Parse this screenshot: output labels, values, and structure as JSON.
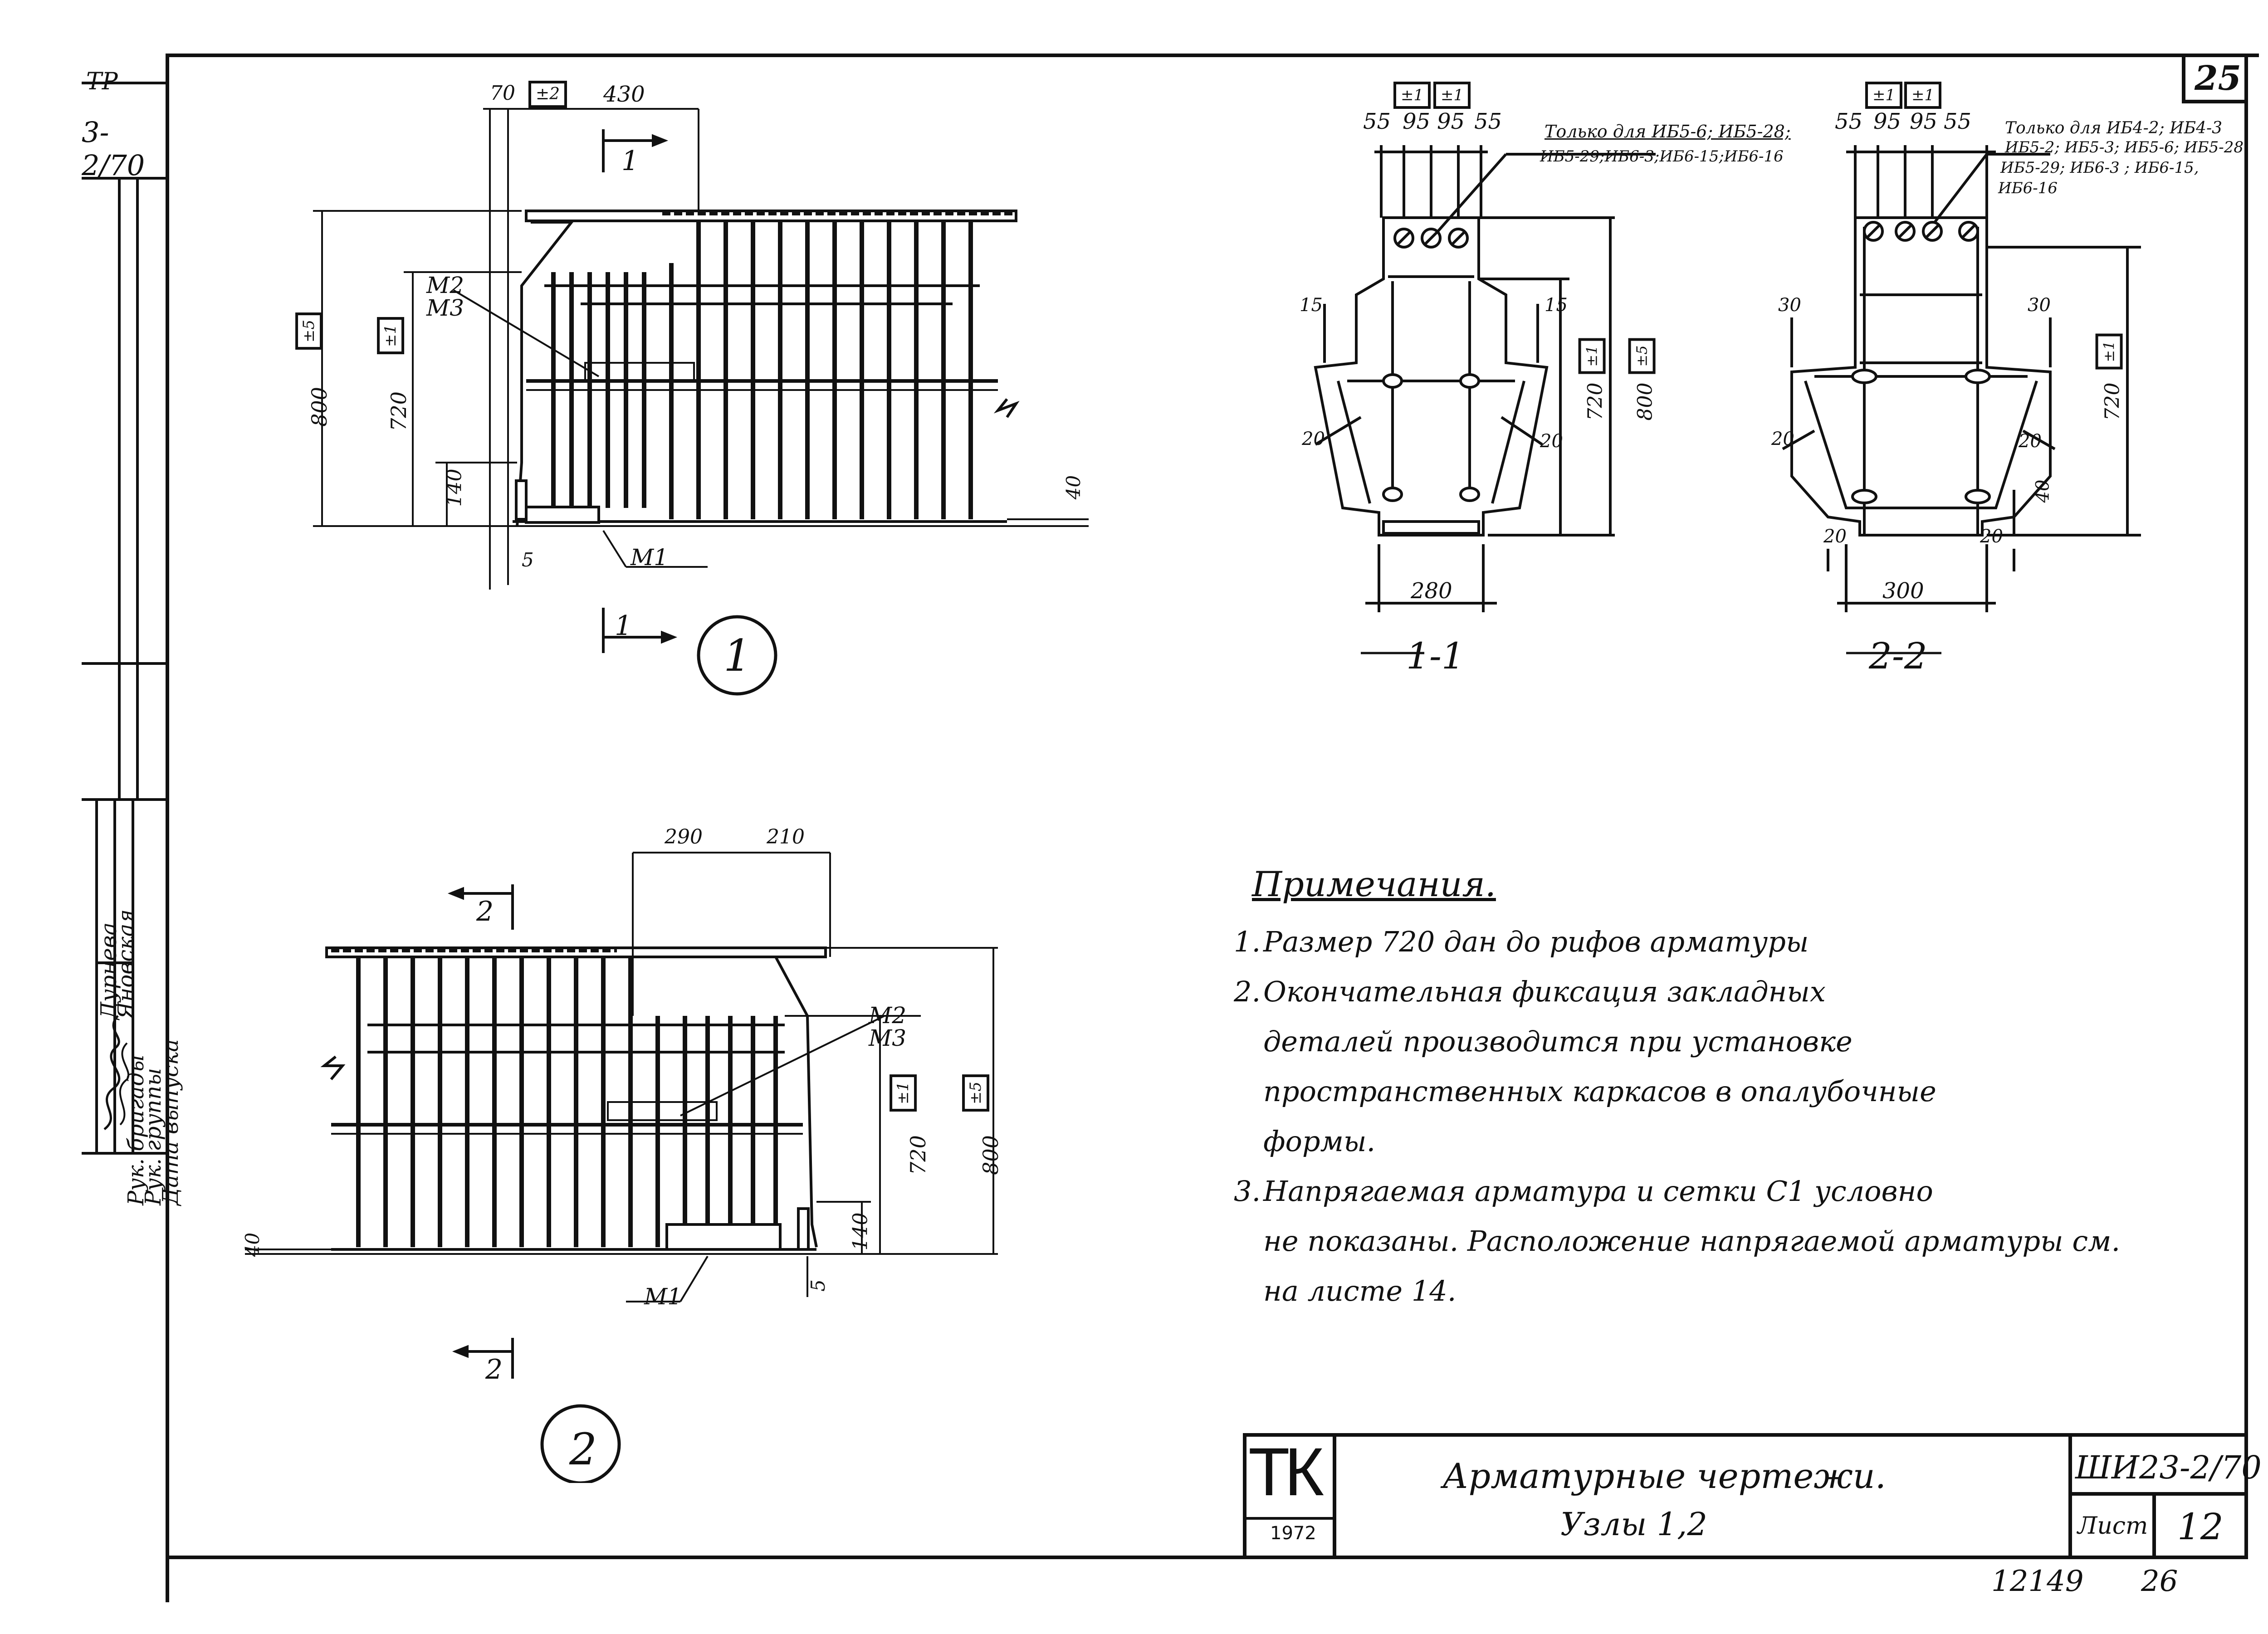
{
  "sheet": {
    "page_number": "25",
    "doc_code": "ШИ23-2/70",
    "doc_code_left_fragment": "3-2/70",
    "left_header_fragment": "ТР",
    "sheet_label": "Лист",
    "sheet_number": "12",
    "bottom_numbers": [
      "12149",
      "26"
    ],
    "tk_mark": "ТК",
    "tk_year": "1972",
    "title_line1": "Арматурные чертежи.",
    "title_line2": "Узлы 1,2"
  },
  "side_stamp": {
    "rows": [
      {
        "role": "Рук. бригады",
        "name": "Дурнева"
      },
      {
        "role": "Рук. группы",
        "name": "Яновская"
      },
      {
        "role": "Дата выпуска",
        "name": ""
      }
    ]
  },
  "node1": {
    "circle_label": "1",
    "section_marker_top": "1",
    "section_marker_bottom": "1",
    "dims": {
      "d70": "70",
      "d2": "±2",
      "d430": "430",
      "d800": "800",
      "d720": "720",
      "d140": "140",
      "d40": "40",
      "d5": "5",
      "tol5": "±5",
      "tol1": "±1"
    },
    "labels": {
      "m2": "М2",
      "m3": "М3",
      "m1": "М1"
    }
  },
  "node2": {
    "circle_label": "2",
    "section_marker_top": "2",
    "section_marker_bottom": "2",
    "dims": {
      "d290": "290",
      "d210": "210",
      "d720": "720",
      "d800": "800",
      "d140": "140",
      "d40": "40",
      "d5": "5",
      "tol5": "±5",
      "tol1": "±1"
    },
    "labels": {
      "m2": "М2",
      "m3": "М3",
      "m1": "М1"
    }
  },
  "section1": {
    "title": "1-1",
    "top_dims": [
      "55",
      "95",
      "95",
      "55"
    ],
    "tol_boxes": [
      "±1",
      "±1"
    ],
    "note": "Только для ИБ5-6; ИБ5-28; ИБ5-29; ИБ6-3; ИБ6-15; ИБ6-16",
    "note_line1": "Только для ИБ5-6; ИБ5-28;",
    "note_line2": "ИБ5-29;ИБ6-3;ИБ6-15;ИБ6-16",
    "dims": {
      "d15l": "15",
      "d15r": "15",
      "d20l": "20",
      "d20r": "20",
      "d280": "280",
      "d720": "720",
      "d800": "800",
      "tol1": "±1",
      "tol5": "±5"
    }
  },
  "section2": {
    "title": "2-2",
    "top_dims": [
      "55",
      "95",
      "95",
      "55"
    ],
    "tol_boxes": [
      "±1",
      "±1"
    ],
    "note_line1": "Только для ИБ4-2; ИБ4-3",
    "note_line2": "ИБ5-2; ИБ5-3; ИБ5-6; ИБ5-28",
    "note_line3": "ИБ5-29; ИБ6-3 ; ИБ6-15,",
    "note_line4": "ИБ6-16",
    "dims": {
      "d30l": "30",
      "d30r": "30",
      "d20l": "20",
      "d20r": "20",
      "d20bl": "20",
      "d20br": "20",
      "d40": "40",
      "d300": "300",
      "d720": "720",
      "tol1": "±1"
    }
  },
  "notes": {
    "heading": "Примечания.",
    "items": [
      {
        "num": "1.",
        "lines": [
          "Размер 720 дан до рифов арматуры"
        ]
      },
      {
        "num": "2.",
        "lines": [
          "Окончательная фиксация закладных",
          "деталей производится при установке",
          "пространственных каркасов в опалубочные",
          "формы."
        ]
      },
      {
        "num": "3.",
        "lines": [
          "Напрягаемая арматура и сетки С1 условно",
          "не показаны. Расположение напрягаемой арматуры см.",
          "на листе 14."
        ]
      }
    ]
  }
}
